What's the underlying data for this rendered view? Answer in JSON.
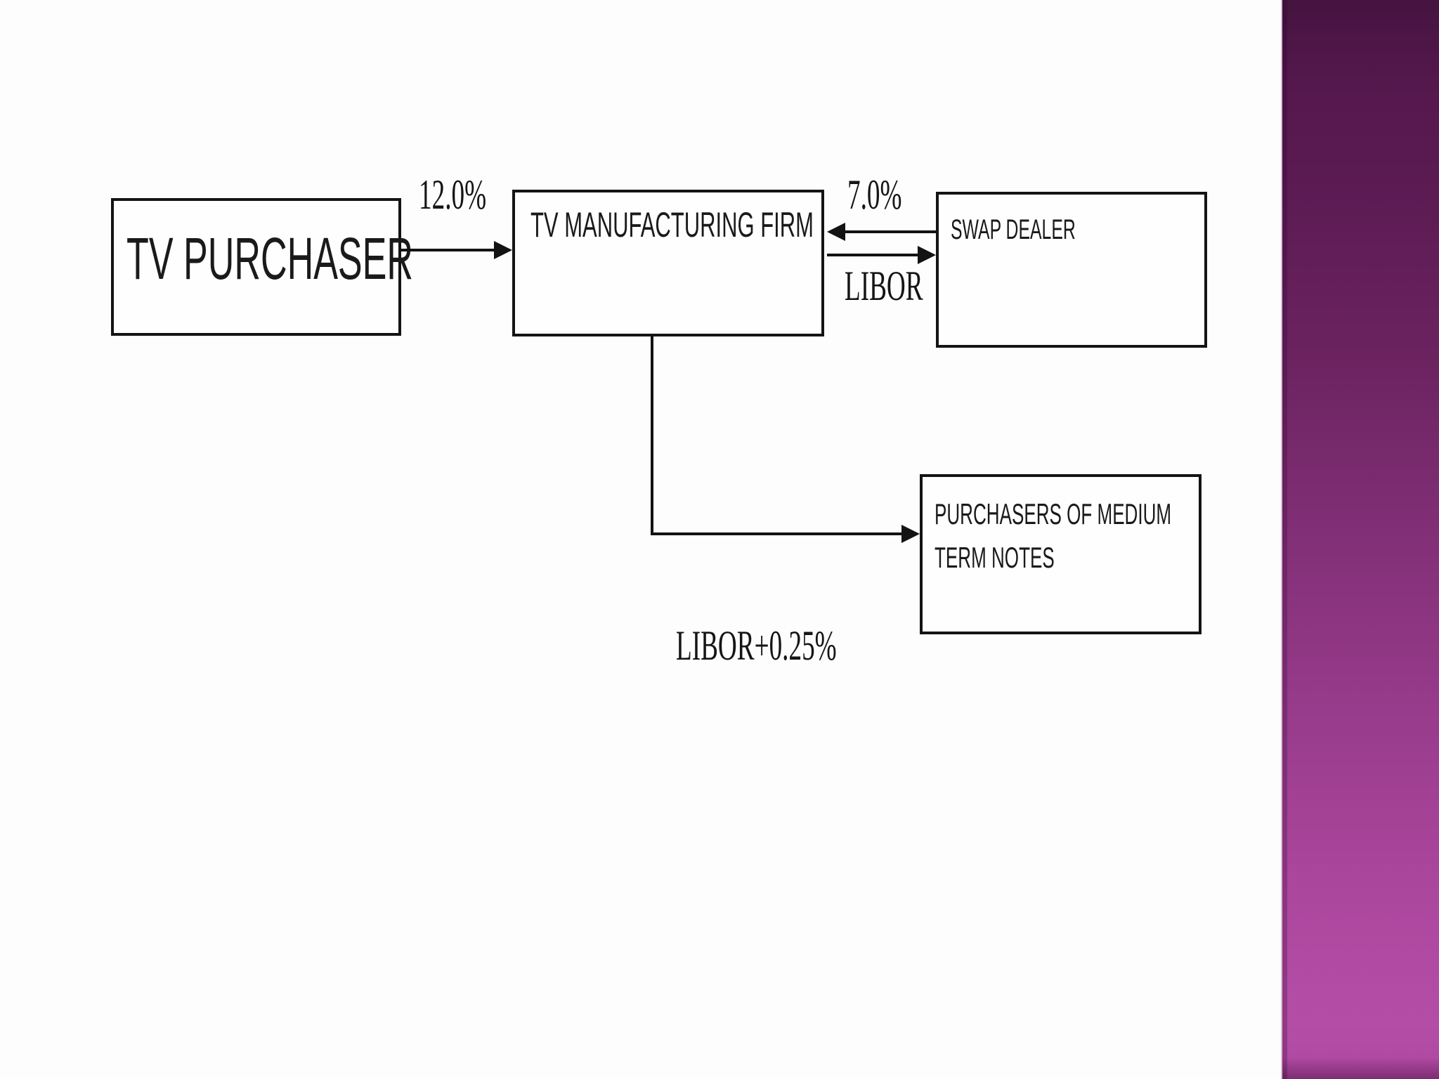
{
  "slide": {
    "type": "flow-diagram-slide",
    "background_color": "#fdfdfe",
    "line_color": "#131313",
    "text_color": "#1a1a1a",
    "accent_bar": {
      "position": "right",
      "gradient_top_color": "#451440",
      "gradient_bottom_color": "#b44da6",
      "bottom_edge_color": "#7c2d72"
    }
  },
  "diagram": {
    "boxes": [
      {
        "id": "tv-purchaser",
        "label": "TV PURCHASER"
      },
      {
        "id": "tv-manufacturing-firm",
        "label": "TV MANUFACTURING FIRM"
      },
      {
        "id": "swap-dealer",
        "label": "SWAP DEALER"
      },
      {
        "id": "purchasers-of-medium-term-notes",
        "label": "PURCHASERS OF MEDIUM TERM NOTES",
        "label_lines": [
          "PURCHASERS OF MEDIUM",
          "TERM NOTES"
        ]
      }
    ],
    "arrows": [
      {
        "from": "TV PURCHASER",
        "to": "TV MANUFACTURING FIRM",
        "direction": "right",
        "label": "12.0%"
      },
      {
        "from": "SWAP DEALER",
        "to": "TV MANUFACTURING FIRM",
        "direction": "left",
        "label": "7.0%"
      },
      {
        "from": "TV MANUFACTURING FIRM",
        "to": "SWAP DEALER",
        "direction": "right",
        "label": "LIBOR"
      },
      {
        "from": "TV MANUFACTURING FIRM",
        "to": "PURCHASERS OF MEDIUM TERM NOTES",
        "direction": "down-right",
        "label": "LIBOR+0.25%"
      }
    ]
  }
}
